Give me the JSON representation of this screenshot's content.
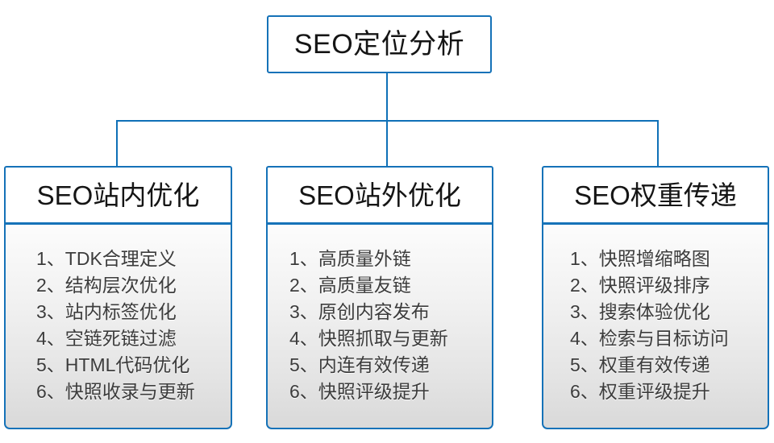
{
  "diagram": {
    "type": "org-tree",
    "accent_color": "#1572b8",
    "connector_color": "#0f70b7",
    "header_text_color": "#151515",
    "list_text_color": "#3c3c3c",
    "panel_gradient_top": "#fcfcfc",
    "panel_gradient_bottom": "#d9d9d9",
    "root": {
      "label": "SEO定位分析"
    },
    "branches": [
      {
        "id": "seo-onsite",
        "title": "SEO站内优化",
        "items": [
          "1、TDK合理定义",
          "2、结构层次优化",
          "3、站内标签优化",
          "4、空链死链过滤",
          "5、HTML代码优化",
          "6、快照收录与更新"
        ]
      },
      {
        "id": "seo-offsite",
        "title": "SEO站外优化",
        "items": [
          "1、高质量外链",
          "2、高质量友链",
          "3、原创内容发布",
          "4、快照抓取与更新",
          "5、内连有效传递",
          "6、快照评级提升"
        ]
      },
      {
        "id": "seo-weight",
        "title": "SEO权重传递",
        "items": [
          "1、快照增缩略图",
          "2、快照评级排序",
          "3、搜索体验优化",
          "4、检索与目标访问",
          "5、权重有效传递",
          "6、权重评级提升"
        ]
      }
    ]
  }
}
